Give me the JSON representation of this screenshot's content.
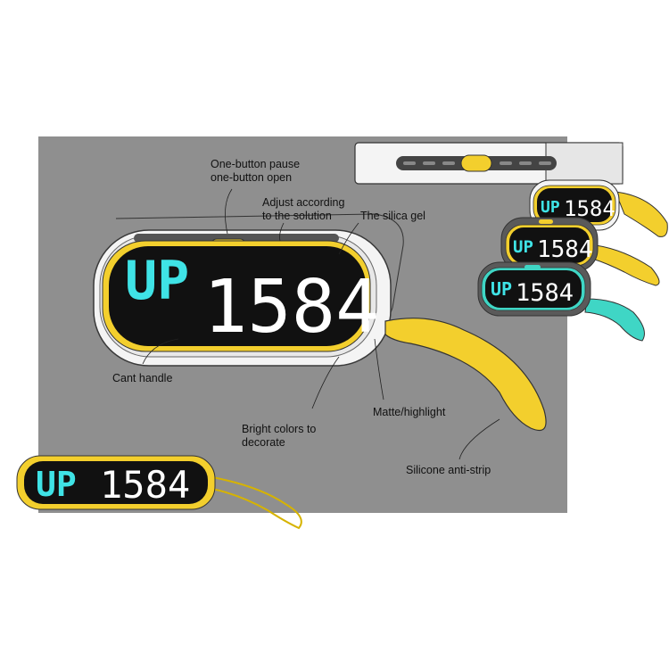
{
  "display": {
    "mode": "UP",
    "count": "1584"
  },
  "annotations": {
    "pause_open": [
      "One-button pause",
      "one-button open"
    ],
    "adjust": [
      "Adjust according",
      "to the solution"
    ],
    "silica": [
      "The silica gel"
    ],
    "cant_handle": [
      "Cant handle"
    ],
    "matte": [
      "Matte/highlight"
    ],
    "bright": [
      "Bright colors to",
      "decorate"
    ],
    "silicone": [
      "Silicone anti-strip"
    ]
  },
  "colors": {
    "panel": "#8f8f8f",
    "mode_text": "#3fe3e6",
    "count_text": "#ffffff",
    "accent_yellow": "#f3cf2d",
    "accent_teal": "#3fd6c5",
    "screen": "#111111"
  }
}
